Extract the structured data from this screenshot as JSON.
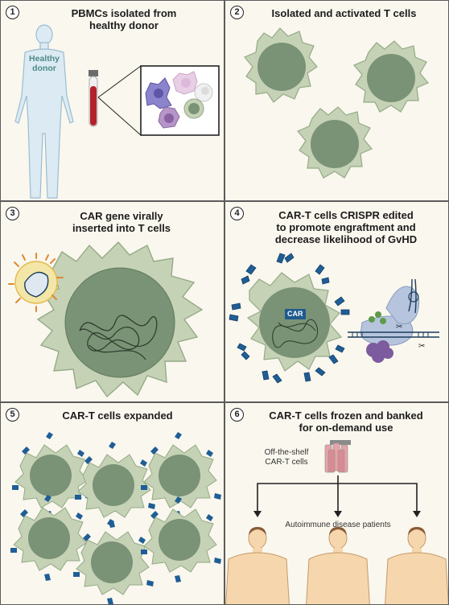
{
  "panels": [
    {
      "number": "1",
      "title_lines": [
        "PBMCs isolated from",
        "healthy donor"
      ],
      "donor_label_lines": [
        "Healthy",
        "donor"
      ]
    },
    {
      "number": "2",
      "title_lines": [
        "Isolated and activated T cells"
      ]
    },
    {
      "number": "3",
      "title_lines": [
        "CAR gene virally",
        "inserted into T cells"
      ]
    },
    {
      "number": "4",
      "title_lines": [
        "CAR-T cells CRISPR edited",
        "to promote engraftment and",
        "decrease likelihood of GvHD"
      ],
      "car_label": "CAR"
    },
    {
      "number": "5",
      "title_lines": [
        "CAR-T cells expanded"
      ]
    },
    {
      "number": "6",
      "title_lines": [
        "CAR-T cells frozen and banked",
        "for on-demand use"
      ],
      "offshelf_lines": [
        "Off-the-shelf",
        "CAR-T cells"
      ],
      "patients_label": "Autoimmune disease patients"
    }
  ],
  "colors": {
    "background": "#faf7ee",
    "cell_halo": "#c5d2b6",
    "cell_membrane": "#94aa86",
    "nucleus": "#7a9275",
    "receptor": "#1f5e96",
    "skin": "#f6d6ac",
    "donor_body": "#dbeaf3"
  }
}
